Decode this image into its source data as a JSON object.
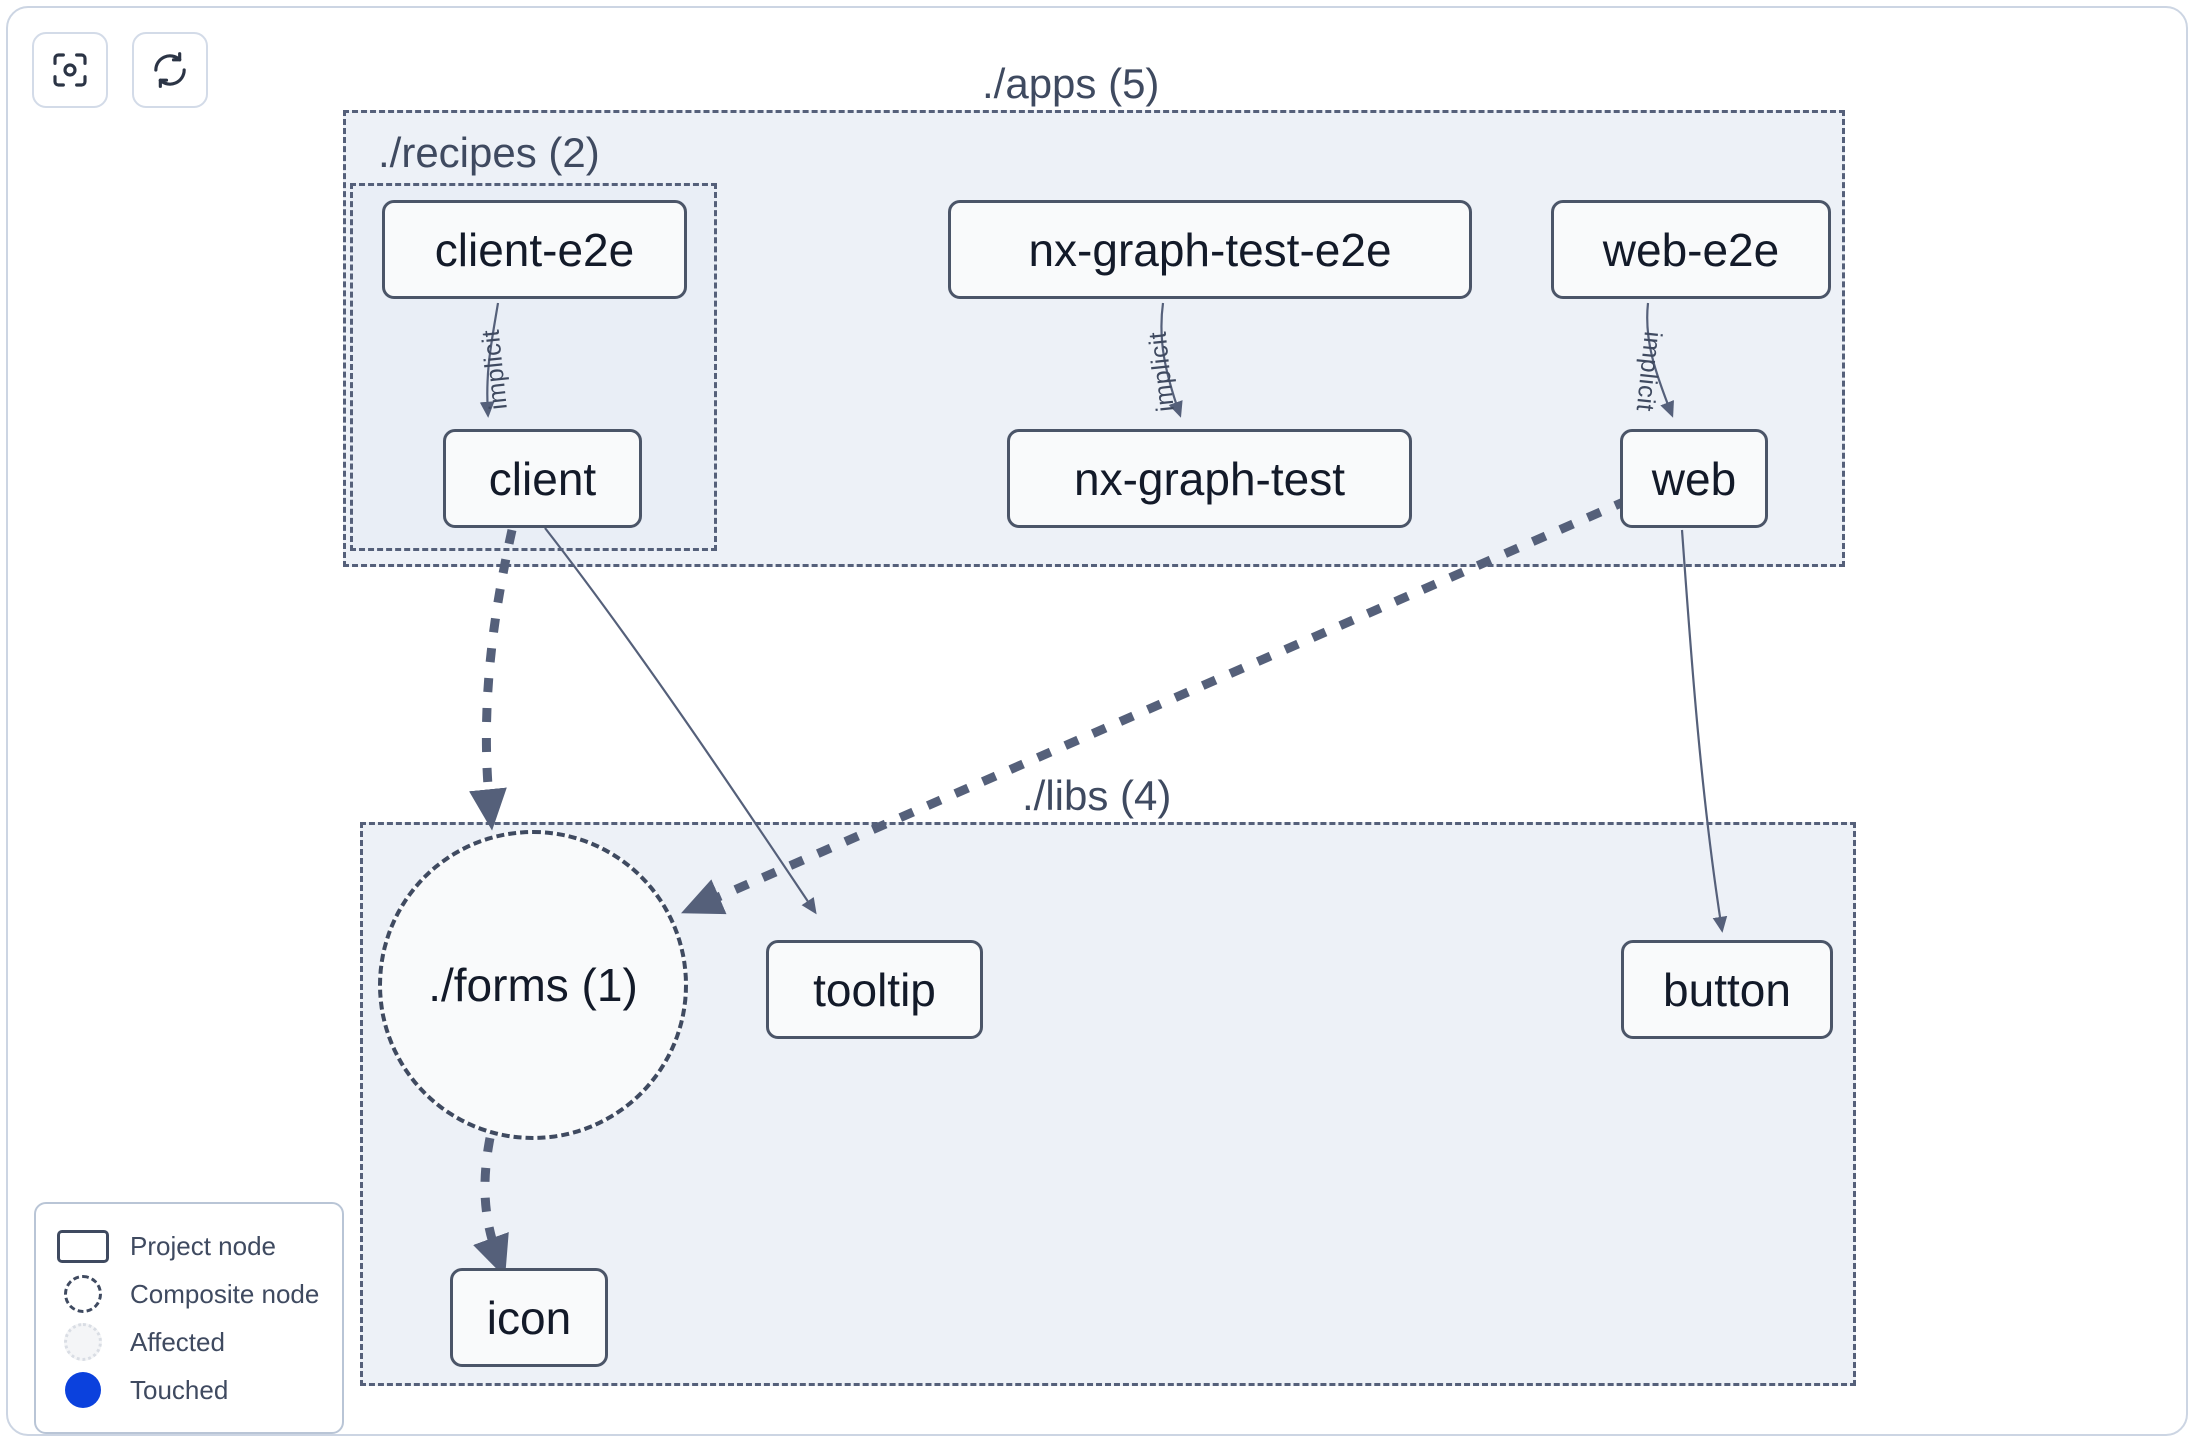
{
  "toolbar": {
    "buttons": [
      {
        "name": "focus-graph-button",
        "icon": "focus-target-icon",
        "label": ""
      },
      {
        "name": "refresh-graph-button",
        "icon": "refresh-icon",
        "label": ""
      }
    ]
  },
  "graph": {
    "groups": [
      {
        "id": "apps",
        "label": "./apps (5)",
        "count": 5
      },
      {
        "id": "recipes",
        "label": "./recipes (2)",
        "count": 2
      },
      {
        "id": "libs",
        "label": "./libs (4)",
        "count": 4
      }
    ],
    "nodes": [
      {
        "id": "client-e2e",
        "label": "client-e2e",
        "type": "project"
      },
      {
        "id": "nx-graph-test-e2e",
        "label": "nx-graph-test-e2e",
        "type": "project"
      },
      {
        "id": "web-e2e",
        "label": "web-e2e",
        "type": "project"
      },
      {
        "id": "client",
        "label": "client",
        "type": "project"
      },
      {
        "id": "nx-graph-test",
        "label": "nx-graph-test",
        "type": "project"
      },
      {
        "id": "web",
        "label": "web",
        "type": "project"
      },
      {
        "id": "forms",
        "label": "./forms (1)",
        "type": "composite"
      },
      {
        "id": "tooltip",
        "label": "tooltip",
        "type": "project"
      },
      {
        "id": "button",
        "label": "button",
        "type": "project"
      },
      {
        "id": "icon",
        "label": "icon",
        "type": "project"
      }
    ],
    "edges": [
      {
        "from": "client-e2e",
        "to": "client",
        "label": "implicit",
        "style": "thin"
      },
      {
        "from": "nx-graph-test-e2e",
        "to": "nx-graph-test",
        "label": "implicit",
        "style": "thin"
      },
      {
        "from": "web-e2e",
        "to": "web",
        "label": "implicit",
        "style": "thin"
      },
      {
        "from": "client",
        "to": "forms",
        "label": "",
        "style": "thick-dashed"
      },
      {
        "from": "client",
        "to": "tooltip",
        "label": "",
        "style": "thin"
      },
      {
        "from": "web",
        "to": "forms",
        "label": "",
        "style": "thick-dashed"
      },
      {
        "from": "web",
        "to": "button",
        "label": "",
        "style": "thin"
      },
      {
        "from": "forms",
        "to": "icon",
        "label": "",
        "style": "thick-dashed"
      }
    ]
  },
  "legend": {
    "items": [
      {
        "swatch": "project-node-swatch",
        "label": "Project node"
      },
      {
        "swatch": "composite-node-swatch",
        "label": "Composite node"
      },
      {
        "swatch": "affected-swatch",
        "label": "Affected"
      },
      {
        "swatch": "touched-swatch",
        "label": "Touched"
      }
    ]
  },
  "colors": {
    "group_fill": "#edf1f7",
    "group_border": "#55607a",
    "node_fill": "#f9fafb",
    "node_border": "#4b5568",
    "node_text": "#131a29",
    "edge": "#55607a",
    "touched": "#0b41dd",
    "panel_border": "#ccd5e3"
  }
}
